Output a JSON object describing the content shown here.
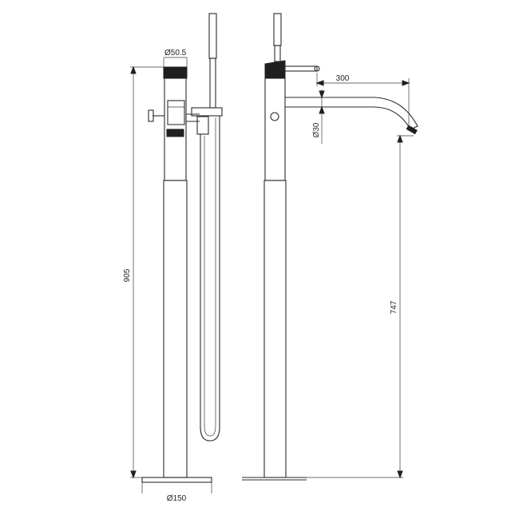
{
  "dimensions": {
    "handle_diameter": "Ø50.5",
    "base_diameter": "Ø150",
    "total_height": "905",
    "spout_reach": "300",
    "spout_diameter": "Ø30",
    "spout_height": "747"
  },
  "icons": {
    "front_view": "tap-front-view-icon",
    "side_view": "tap-side-view-icon"
  }
}
